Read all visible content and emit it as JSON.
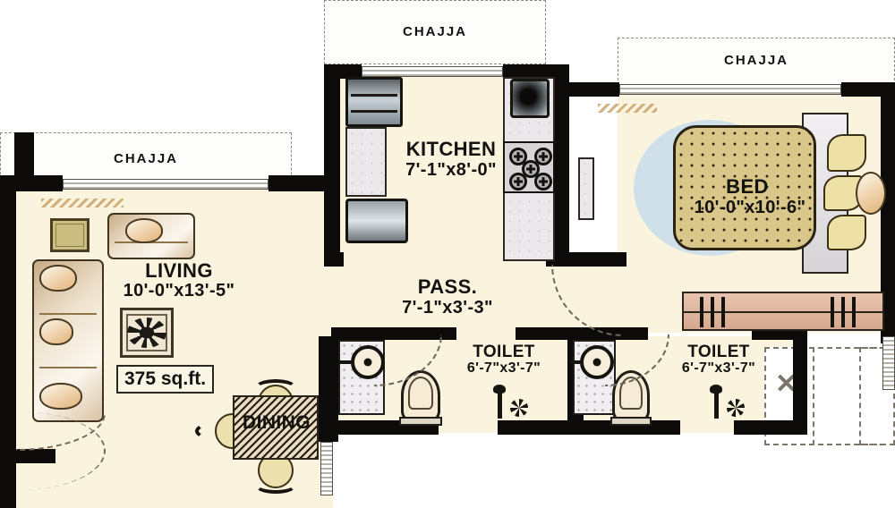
{
  "plan": {
    "title": "Residential Apartment Floor Plan",
    "area_badge": "375 sq.ft.",
    "palette": {
      "floor": "#faf3dd",
      "wall": "#0d0b09",
      "chajja_fill": "#fdfdfb",
      "bed_fill": "#d9c689",
      "wardrobe": "#e8c4b0",
      "rug_blue": "#cfe0ea",
      "text": "#141210"
    },
    "rooms": [
      {
        "id": "living",
        "name": "LIVING",
        "dim": "10'-0\"x13'-5\""
      },
      {
        "id": "kitchen",
        "name": "KITCHEN",
        "dim": "7'-1\"x8'-0\""
      },
      {
        "id": "bed",
        "name": "BED",
        "dim": "10'-0\"x10'-6\""
      },
      {
        "id": "pass",
        "name": "PASS.",
        "dim": "7'-1\"x3'-3\""
      },
      {
        "id": "toilet1",
        "name": "TOILET",
        "dim": "6'-7\"x3'-7\""
      },
      {
        "id": "toilet2",
        "name": "TOILET",
        "dim": "6'-7\"x3'-7\""
      },
      {
        "id": "dining",
        "name": "DINING",
        "dim": ""
      }
    ],
    "chajjas": [
      {
        "id": "chajja-top-center",
        "label": "CHAJJA"
      },
      {
        "id": "chajja-top-right",
        "label": "CHAJJA"
      },
      {
        "id": "chajja-left",
        "label": "CHAJJA"
      }
    ],
    "fixtures": {
      "kitchen": [
        "sink-unit",
        "counter",
        "refrigerator",
        "cooking-range",
        "chimney-hood"
      ],
      "living": [
        "sofa-three-seater",
        "sofa-two-seater",
        "side-table",
        "area-rug"
      ],
      "bedroom": [
        "double-bed",
        "head-board",
        "pillows",
        "round-rug",
        "wardrobe"
      ],
      "toilet1": [
        "wash-basin",
        "water-closet",
        "shower",
        "floor-drain"
      ],
      "toilet2": [
        "wash-basin",
        "water-closet",
        "shower",
        "floor-drain"
      ],
      "dining": [
        "dining-table",
        "dining-chairs"
      ]
    }
  }
}
